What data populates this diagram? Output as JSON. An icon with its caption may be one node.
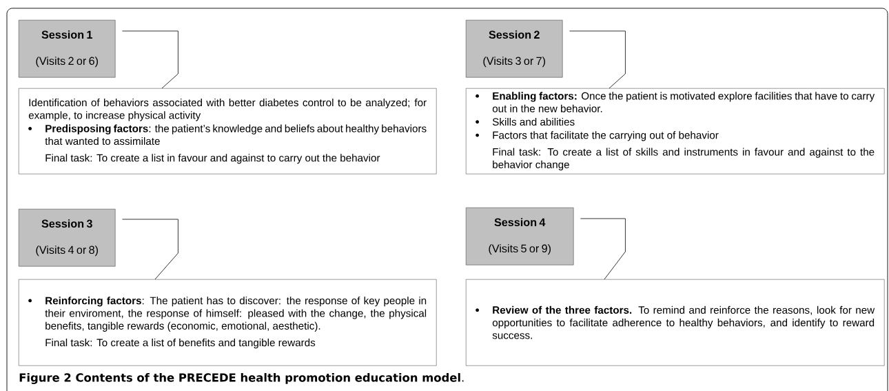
{
  "diagram": {
    "caption": "**Figure 2 Contents of the PRECEDE health promotion education model**.",
    "nodes": [
      {
        "text": [
          "Session 1",
          "(Visits 2 or 6)"
        ]
      },
      {
        "text": [
          "Identification of behaviors associated with better diabetes control to be analyzed; for example, to increase physical activity",
          "**Predisposing factors**: the patient’s knowledge and beliefs about healthy behaviors that wanted to assimilate",
          "Final task: To create a list in favour and against to carry out the behavior"
        ]
      },
      {
        "text": [
          "Session 2",
          "(Visits 3 or 7)"
        ]
      },
      {
        "text": [
          "**Enabling factors:** Once the patient is motivated explore facilities that have to carry out in the new behavior.",
          "Skills and abilities",
          "Factors that facilitate the carrying out of behavior",
          "Final task: To create a list of skills and instruments in favour and against to the behavior change"
        ]
      },
      {
        "text": [
          "Session 3",
          "(Visits 4 or 8)"
        ]
      },
      {
        "text": [
          "**Reinforcing factors**: The patient has to discover: the response of key people in their enviroment, the response of himself: pleased with the change, the physical benefits, tangible rewards (economic, emotional, aesthetic).",
          "Final task: To create a list of benefits and tangible rewards"
        ]
      },
      {
        "text": [
          "Session 4",
          "(Visits 5 or 9)"
        ]
      },
      {
        "text": [
          "**Review of the three factors.** To remind and reinforce the reasons, look for new opportunities to facilitate adherence to healthy behaviors, and identify to reward success."
        ]
      }
    ],
    "edges": [
      {
        "from": 0,
        "to": 1,
        "arrow": "none"
      },
      {
        "from": 2,
        "to": 3,
        "arrow": "none"
      },
      {
        "from": 4,
        "to": 5,
        "arrow": "none"
      },
      {
        "from": 6,
        "to": 7,
        "arrow": "none"
      }
    ]
  }
}
